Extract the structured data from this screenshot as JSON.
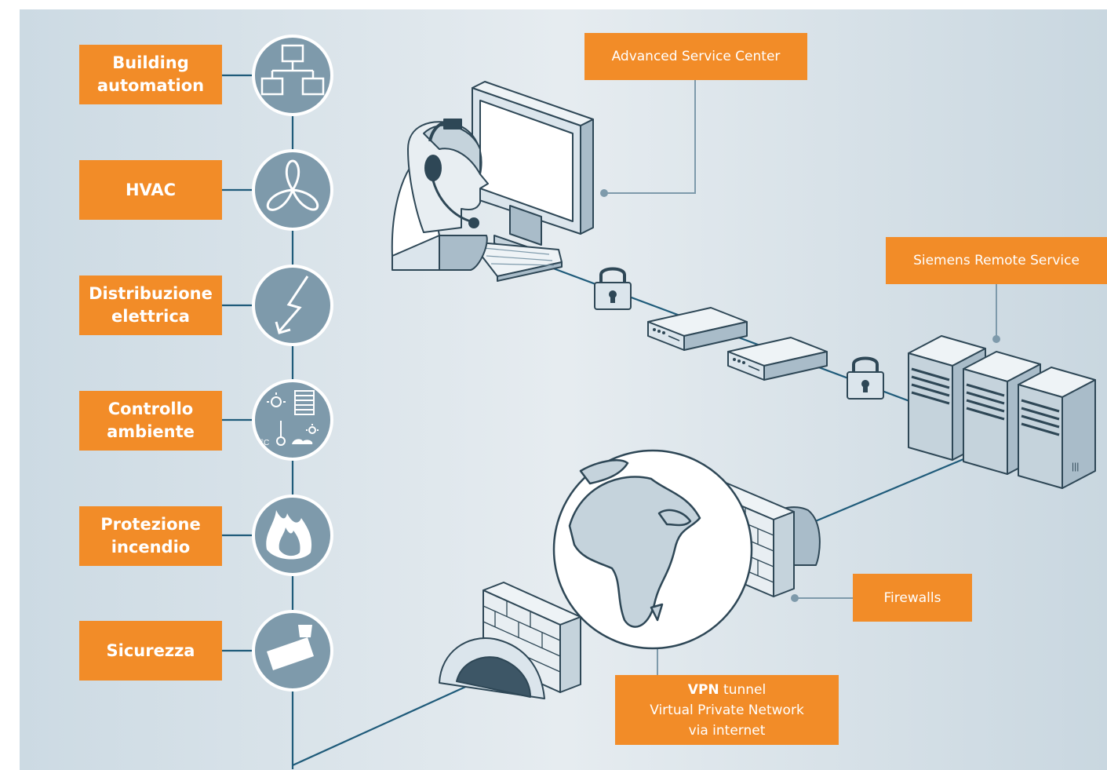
{
  "categories": [
    {
      "id": "building",
      "lines": [
        "Building",
        "automation"
      ],
      "icon": "network-hierarchy-icon"
    },
    {
      "id": "hvac",
      "lines": [
        "HVAC"
      ],
      "icon": "fan-icon"
    },
    {
      "id": "power",
      "lines": [
        "Distribuzione",
        "elettrica"
      ],
      "icon": "lightning-bolt-icon"
    },
    {
      "id": "room",
      "lines": [
        "Controllo",
        "ambiente"
      ],
      "icon": "room-control-icon"
    },
    {
      "id": "fire",
      "lines": [
        "Protezione",
        "incendio"
      ],
      "icon": "flame-icon"
    },
    {
      "id": "security",
      "lines": [
        "Sicurezza"
      ],
      "icon": "security-camera-icon"
    }
  ],
  "callouts": {
    "advanced_service_center": "Advanced Service Center",
    "siemens_remote_service": "Siemens Remote Service",
    "firewalls": "Firewalls",
    "vpn_bold": "VPN",
    "vpn_rest": " tunnel",
    "vpn_line2": "Virtual Private Network",
    "vpn_line3": "via internet"
  },
  "icon_small_text": {
    "celsius": "°C",
    "server_mark": "|||"
  },
  "colors": {
    "orange": "#f28c28",
    "line_blue": "#1f5b7a",
    "icon_circle": "#7e9aab",
    "outline": "#2e4756",
    "bg_light": "#e6ecf0",
    "bg_dark": "#c7d6df"
  }
}
